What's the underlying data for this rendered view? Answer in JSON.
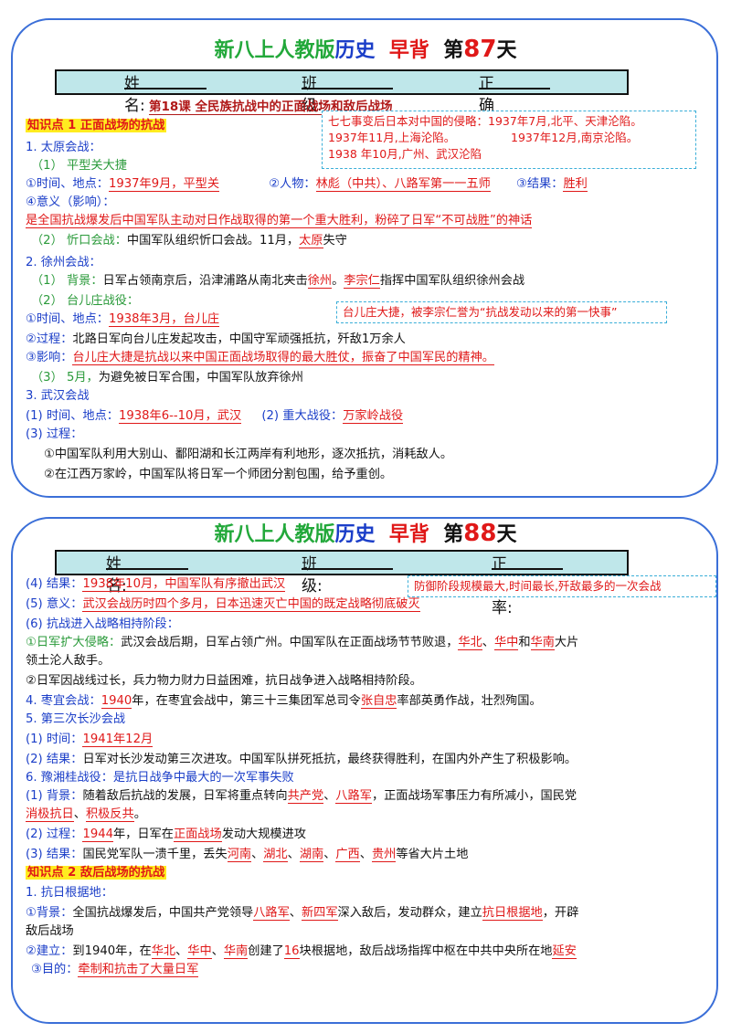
{
  "sheet1": {
    "title_a": "新八上人教版",
    "title_b": "历史",
    "title_c": "早背",
    "title_d": "第",
    "day_num": "87",
    "title_e": "天",
    "name_label": "姓名:",
    "class_label": "班级:",
    "accuracy_label": "正确率:",
    "lesson": "第18课 全民族抗战中的正面战场和敌后战场",
    "kp1": "知识点 1 正面战场的抗战",
    "note_lines": [
      "七七事变后日本对中国的侵略：1937年7月,北平、天津沦陷。",
      "1937年11月,上海沦陷。",
      "1937年12月,南京沦陷。",
      "1938 年10月,广州、武汉沦陷"
    ],
    "s1_h": "1. 太原会战：",
    "s1_1": "（1） 平型关大捷",
    "s1_time_lbl": "①时间、地点：",
    "s1_time_ans": "1937年9月，平型关",
    "s1_people_lbl": "②人物：",
    "s1_people_ans": "林彪（中共）、八路军第一一五师",
    "s1_result_lbl": "③结果：",
    "s1_result_ans": "胜利",
    "s1_meaning_lbl": "④意义（影响）：",
    "s1_meaning_ans": "是全国抗战爆发后中国军队主动对日作战取得的第一个重大胜利，粉碎了日军“不可战胜”的神话",
    "s1_2_lbl": "（2） 忻口会战：",
    "s1_2_text": "中国军队组织忻口会战。11月，",
    "s1_2_ans": "太原",
    "s1_2_tail": "失守",
    "s2_h": "2. 徐州会战：",
    "s2_1_lbl": "（1） 背景：",
    "s2_1_text": "日军占领南京后，沿津浦路从南北夹击",
    "s2_1_ans1": "徐州",
    "s2_1_dot": "。",
    "s2_1_ans2": "李宗仁",
    "s2_1_tail": "指挥中国军队组织徐州会战",
    "s2_2": "（2） 台儿庄战役：",
    "note2": "台儿庄大捷，被李宗仁誉为“抗战发动以来的第一快事”",
    "s2_time_lbl": "①时间、地点：",
    "s2_time_ans": "1938年3月，台儿庄",
    "s2_proc_lbl": "②过程：",
    "s2_proc_text": "北路日军向台儿庄发起攻击，中国守军顽强抵抗，歼敌1万余人",
    "s2_eff_lbl": "③影响：",
    "s2_eff_ans": "台儿庄大捷是抗战以来中国正面战场取得的最大胜仗，振奋了中国军民的精神。",
    "s2_3_lbl": "（3） 5月，",
    "s2_3_text": "为避免被日军合围，中国军队放弃徐州",
    "s3_h": "3. 武汉会战",
    "s3_time_lbl": "(1) 时间、地点：",
    "s3_time_ans": "1938年6--10月，武汉",
    "s3_battle_lbl": "(2) 重大战役：",
    "s3_battle_ans": "万家岭战役",
    "s3_proc_lbl": "(3) 过程：",
    "s3_p1": "①中国军队利用大别山、鄱阳湖和长江两岸有利地形，逐次抵抗，消耗敌人。",
    "s3_p2": "②在江西万家岭，中国军队将日军一个师团分割包围，给予重创。"
  },
  "sheet2": {
    "title_a": "新八上人教版",
    "title_b": "历史",
    "title_c": "早背",
    "title_d": "第",
    "day_num": "88",
    "title_e": "天",
    "name_label": "姓名:",
    "class_label": "班级:",
    "accuracy_label": "正确率:",
    "r4_lbl": "(4) 结果：",
    "r4_ans": "1938年10月，中国军队有序撤出武汉",
    "note3": "防御阶段规模最大,时间最长,歼敌最多的一次会战",
    "r5_lbl": "(5) 意义：",
    "r5_ans": "武汉会战历时四个多月，日本迅速灭亡中国的既定战略彻底破灭",
    "r6": "(6) 抗战进入战略相持阶段：",
    "r6_1_lbl": "①日军扩大侵略：",
    "r6_1_text": "武汉会战后期，日军占领广州。中国军队在正面战场节节败退，",
    "r6_1_a1": "华北",
    "r6_1_sep1": "、",
    "r6_1_a2": "华中",
    "r6_1_and": "和",
    "r6_1_a3": "华南",
    "r6_1_tail": "大片",
    "r6_1_line2": "领土沦人敌手。",
    "r6_2": "②日军因战线过长，兵力物力财力日益困难，抗日战争进入战略相持阶段。",
    "s4_lbl": "4. 枣宜会战：",
    "s4_ans1": "1940",
    "s4_text": "年，在枣宜会战中，第三十三集团军总司令",
    "s4_ans2": "张自忠",
    "s4_tail": "率部英勇作战，壮烈殉国。",
    "s5_h": "5. 第三次长沙会战",
    "s5_1_lbl": "(1) 时间：",
    "s5_1_ans": "1941年12月",
    "s5_2_lbl": "(2) 结果：",
    "s5_2_text": "日军对长沙发动第三次进攻。中国军队拼死抵抗，最终获得胜利，在国内外产生了积极影响。",
    "s6_h": "6. 豫湘桂战役：是抗日战争中最大的一次军事失败",
    "s6_1_lbl": "(1) 背景：",
    "s6_1_text": "随着敌后抗战的发展，日军将重点转向",
    "s6_1_a1": "共产党",
    "s6_1_sep": "、",
    "s6_1_a2": "八路军",
    "s6_1_tail": "，正面战场军事压力有所减小，国民党",
    "s6_1_a3": "消极抗日",
    "s6_1_sep2": "、",
    "s6_1_a4": "积极反共",
    "s6_1_end": "。",
    "s6_2_lbl": "(2) 过程：",
    "s6_2_a1": "1944",
    "s6_2_text": "年，日军在",
    "s6_2_a2": "正面战场",
    "s6_2_tail": "发动大规模进攻",
    "s6_3_lbl": "(3) 结果：",
    "s6_3_text": "国民党军队一溃千里，丢失",
    "s6_3_a1": "河南",
    "s6_3_a2": "湖北",
    "s6_3_a3": "湖南",
    "s6_3_a4": "广西",
    "s6_3_a5": "贵州",
    "s6_3_sep": "、",
    "s6_3_tail": "等省大片土地",
    "kp2": "知识点 2 敌后战场的抗战",
    "b1_h": "1. 抗日根据地：",
    "b1_1_lbl": "①背景：",
    "b1_1_text": "全国抗战爆发后，中国共产党领导",
    "b1_1_a1": "八路军",
    "b1_1_sep": "、",
    "b1_1_a2": "新四军",
    "b1_1_mid": "深入敌后，发动群众，建立",
    "b1_1_a3": "抗日根据地",
    "b1_1_tail": "，开辟",
    "b1_1_line2": "敌后战场",
    "b1_2_lbl": "②建立：",
    "b1_2_text": "到1940年，在",
    "b1_2_a1": "华北",
    "b1_2_sep": "、",
    "b1_2_a2": "华中",
    "b1_2_a3": "华南",
    "b1_2_mid": "创建了",
    "b1_2_a4": "16",
    "b1_2_mid2": "块根据地，敌后战场指挥中枢在中共中央所在地",
    "b1_2_a5": "延安",
    "b1_3_lbl": "③目的：",
    "b1_3_ans": "牵制和抗击了大量日军"
  }
}
